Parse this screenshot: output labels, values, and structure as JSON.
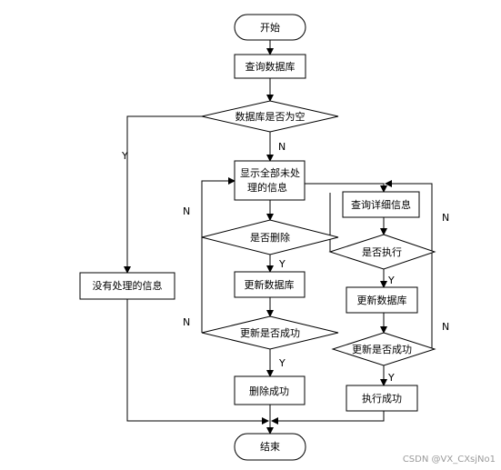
{
  "nodes": {
    "start": "开始",
    "query_db": "查询数据库",
    "db_empty": "数据库是否为空",
    "no_info": "没有处理的信息",
    "show_unprocessed_line1": "显示全部未处",
    "show_unprocessed_line2": "理的信息",
    "delete_q": "是否删除",
    "update_db_left": "更新数据库",
    "update_ok_left": "更新是否成功",
    "delete_ok": "删除成功",
    "query_detail": "查询详细信息",
    "execute_q": "是否执行",
    "update_db_right": "更新数据库",
    "update_ok_right": "更新是否成功",
    "execute_ok": "执行成功",
    "end": "结束"
  },
  "edge_labels": {
    "empty_yes": "Y",
    "empty_no": "N",
    "delete_yes": "Y",
    "delete_no": "N",
    "update_left_yes": "Y",
    "update_left_no": "N",
    "execute_yes": "Y",
    "execute_no": "N",
    "update_right_yes": "Y",
    "update_right_no": "N"
  },
  "watermark": "CSDN @VX_CXsjNo1"
}
